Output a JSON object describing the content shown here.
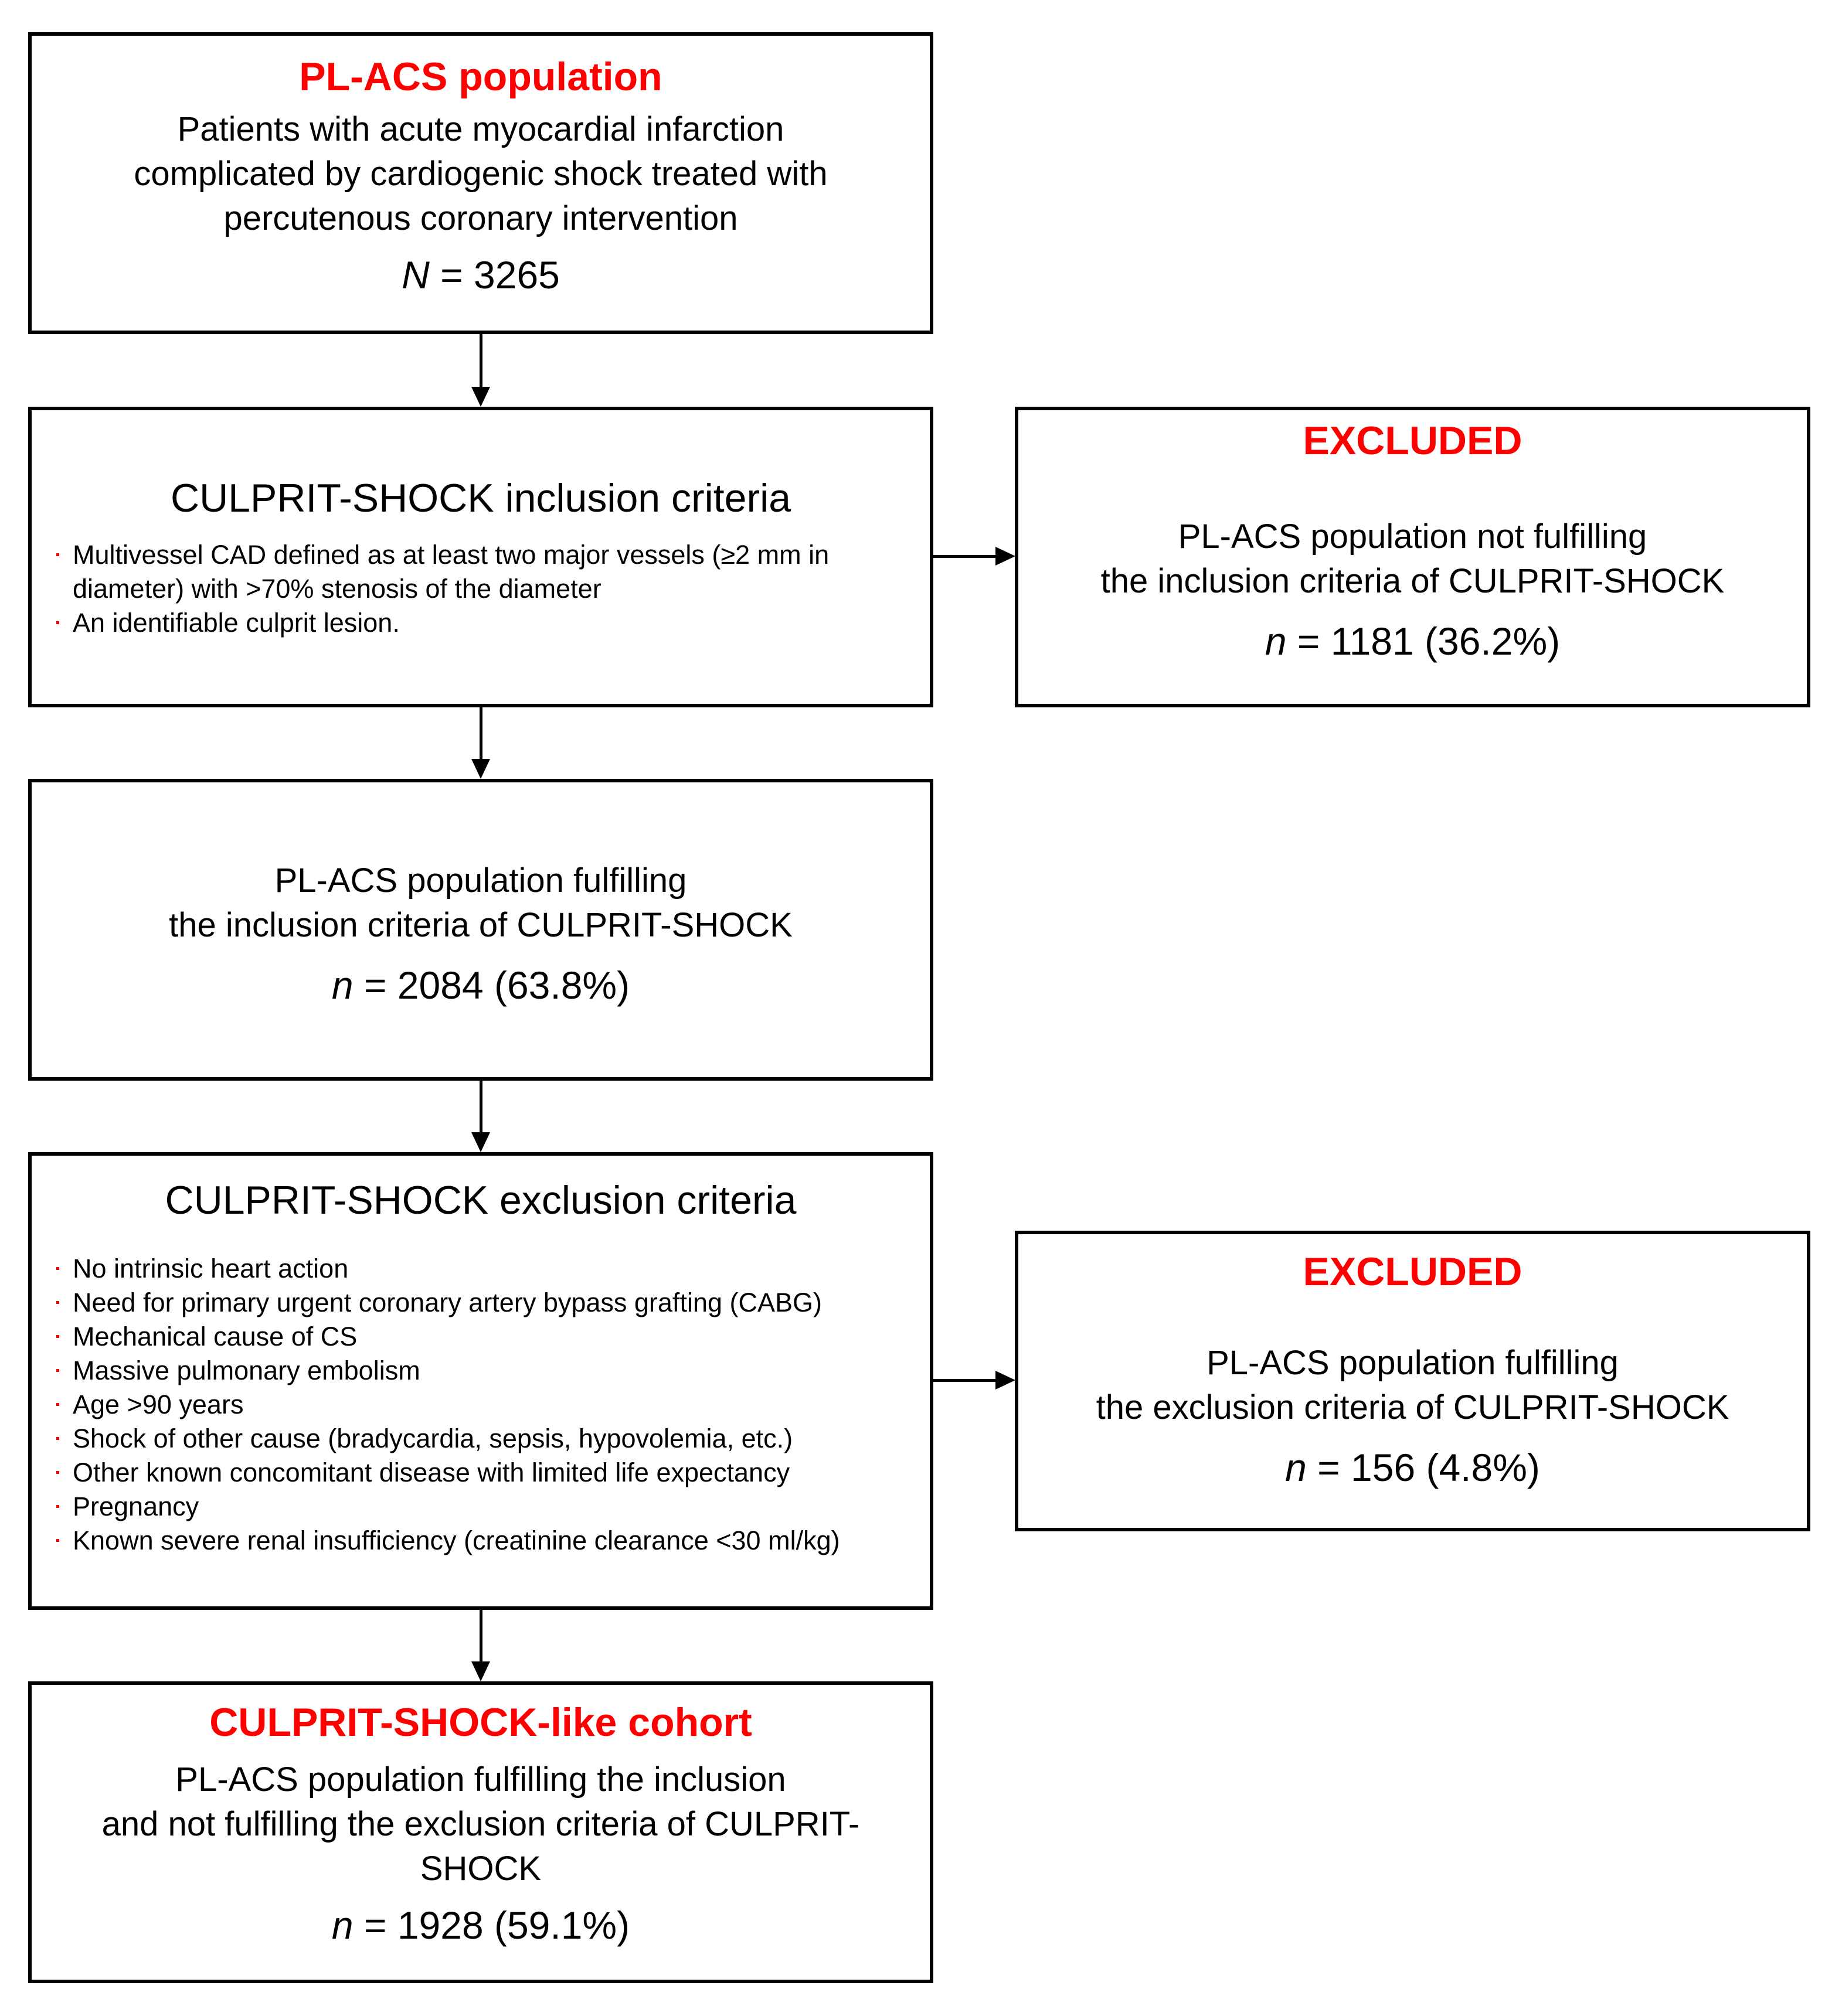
{
  "population": {
    "title": "PL-ACS population",
    "lines": [
      "Patients with acute myocardial infarction",
      "complicated by cardiogenic shock treated with",
      "percutenous coronary intervention"
    ],
    "n_label": "N",
    "n_value": " = 3265"
  },
  "inclusion": {
    "title": "CULPRIT-SHOCK inclusion criteria",
    "items": [
      "Multivessel CAD defined as at least two major vessels (≥2 mm in diameter) with >70% stenosis of the diameter",
      "An identifiable culprit lesion."
    ]
  },
  "excluded1": {
    "title": "EXCLUDED",
    "lines": [
      "PL-ACS population not fulfilling",
      "the inclusion criteria of CULPRIT-SHOCK"
    ],
    "n_label": "n",
    "n_value": " = 1181 (36.2%)"
  },
  "fulfilling": {
    "lines": [
      "PL-ACS population fulfilling",
      "the inclusion criteria of CULPRIT-SHOCK"
    ],
    "n_label": "n",
    "n_value": " = 2084 (63.8%)"
  },
  "exclusion": {
    "title": "CULPRIT-SHOCK exclusion criteria",
    "items": [
      "No intrinsic heart action",
      "Need for primary urgent coronary artery bypass grafting (CABG)",
      "Mechanical cause of CS",
      "Massive pulmonary embolism",
      "Age >90 years",
      "Shock of other cause (bradycardia, sepsis, hypovolemia, etc.)",
      "Other known concomitant disease with limited life expectancy",
      "Pregnancy",
      "Known severe renal insufficiency (creatinine clearance <30 ml/kg)"
    ]
  },
  "excluded2": {
    "title": "EXCLUDED",
    "lines": [
      "PL-ACS population fulfilling",
      "the exclusion criteria of CULPRIT-SHOCK"
    ],
    "n_label": "n",
    "n_value": " = 156 (4.8%)"
  },
  "cohort": {
    "title": "CULPRIT-SHOCK-like cohort",
    "lines": [
      "PL-ACS population fulfilling the inclusion",
      "and not fulfilling the exclusion criteria of CULPRIT-",
      "SHOCK"
    ],
    "n_label": "n",
    "n_value": " = 1928 (59.1%)"
  },
  "colors": {
    "accent": "#ff0000",
    "border": "#000000"
  }
}
